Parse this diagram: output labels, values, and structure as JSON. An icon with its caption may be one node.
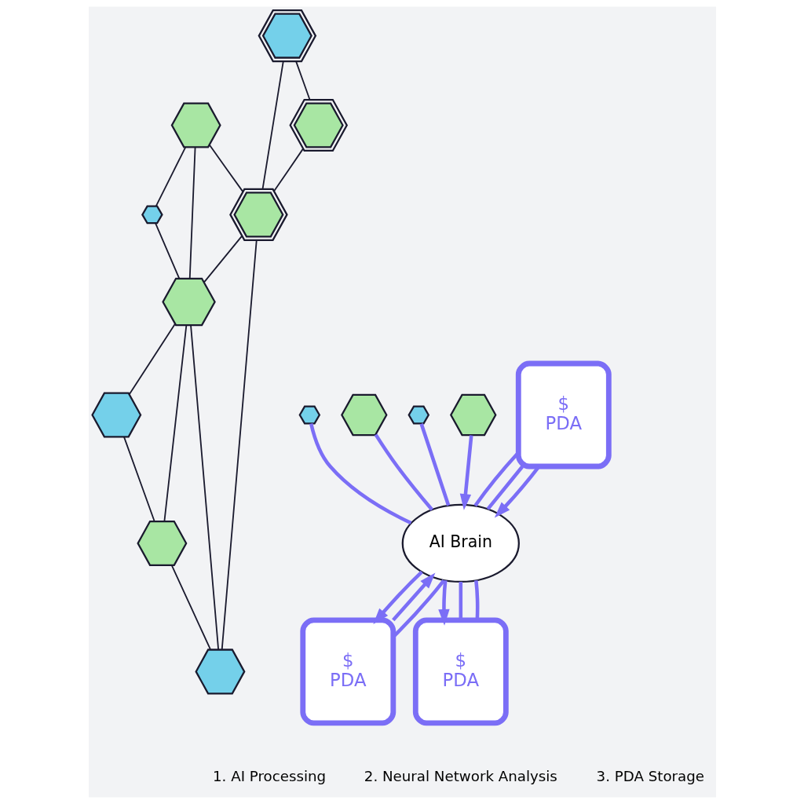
{
  "diagram": {
    "nodes": [
      {
        "text": [],
        "shape": "hexagon"
      },
      {
        "text": [],
        "shape": "hexagon"
      },
      {
        "text": [],
        "shape": "hexagon"
      },
      {
        "text": [],
        "shape": "hexagon"
      },
      {
        "text": [],
        "shape": "hexagon"
      },
      {
        "text": [],
        "shape": "hexagon"
      },
      {
        "text": [],
        "shape": "hexagon"
      },
      {
        "text": [],
        "shape": "hexagon"
      },
      {
        "text": [],
        "shape": "hexagon"
      },
      {
        "text": [],
        "shape": "hexagon"
      },
      {
        "text": [],
        "shape": "hexagon"
      },
      {
        "text": [],
        "shape": "hexagon"
      },
      {
        "text": [],
        "shape": "hexagon"
      },
      {
        "text": [
          "AI Brain"
        ]
      },
      {
        "text": [
          "$",
          "PDA"
        ]
      },
      {
        "text": [
          "$",
          "PDA"
        ]
      },
      {
        "text": [
          "$",
          "PDA"
        ]
      }
    ],
    "edges": [
      {
        "from": 0,
        "to": 1,
        "arrow": "none"
      },
      {
        "from": 1,
        "to": 3,
        "arrow": "none"
      },
      {
        "from": 0,
        "to": 5,
        "arrow": "none"
      },
      {
        "from": 0,
        "to": 3,
        "arrow": "none"
      },
      {
        "from": 4,
        "to": 5,
        "arrow": "none"
      },
      {
        "from": 4,
        "to": 7,
        "arrow": "none"
      },
      {
        "from": 7,
        "to": 5,
        "arrow": "none"
      },
      {
        "from": 5,
        "to": 3,
        "arrow": "none"
      },
      {
        "from": 5,
        "to": 8,
        "arrow": "none"
      },
      {
        "from": 3,
        "to": 8,
        "arrow": "none"
      },
      {
        "from": 3,
        "to": 6,
        "arrow": "none"
      },
      {
        "from": 3,
        "to": 2,
        "arrow": "none"
      },
      {
        "from": 2,
        "to": 6,
        "arrow": "none"
      },
      {
        "from": 6,
        "to": 8,
        "arrow": "none"
      },
      {
        "from": 9,
        "to": 13,
        "arrow": "none",
        "style": "thick",
        "color": "#7b6ef6"
      },
      {
        "from": 10,
        "to": 13,
        "arrow": "none",
        "style": "thick",
        "color": "#7b6ef6"
      },
      {
        "from": 11,
        "to": 13,
        "arrow": "none",
        "style": "thick",
        "color": "#7b6ef6"
      },
      {
        "from": 12,
        "to": 13,
        "arrow": "to",
        "style": "thick",
        "color": "#7b6ef6"
      },
      {
        "from": 14,
        "to": 13,
        "arrow": "to",
        "style": "thick",
        "color": "#7b6ef6"
      },
      {
        "from": 13,
        "to": 14,
        "arrow": "to",
        "style": "thick",
        "color": "#7b6ef6"
      },
      {
        "from": 14,
        "to": 13,
        "arrow": "none",
        "style": "thick",
        "color": "#7b6ef6"
      },
      {
        "from": 16,
        "to": 13,
        "arrow": "none",
        "style": "thick",
        "color": "#7b6ef6"
      },
      {
        "from": 16,
        "to": 13,
        "arrow": "none",
        "style": "thick",
        "color": "#7b6ef6"
      },
      {
        "from": 16,
        "to": 13,
        "arrow": "to",
        "style": "thick",
        "color": "#7b6ef6"
      },
      {
        "from": 15,
        "to": 13,
        "arrow": "none",
        "style": "thick",
        "color": "#7b6ef6"
      },
      {
        "from": 13,
        "to": 15,
        "arrow": "to",
        "style": "thick",
        "color": "#7b6ef6"
      },
      {
        "from": 15,
        "to": 13,
        "arrow": "none",
        "style": "thick",
        "color": "#7b6ef6"
      }
    ],
    "labels": [
      "1. AI Processing",
      "2. Neural Network Analysis",
      "3. PDA Storage"
    ]
  }
}
